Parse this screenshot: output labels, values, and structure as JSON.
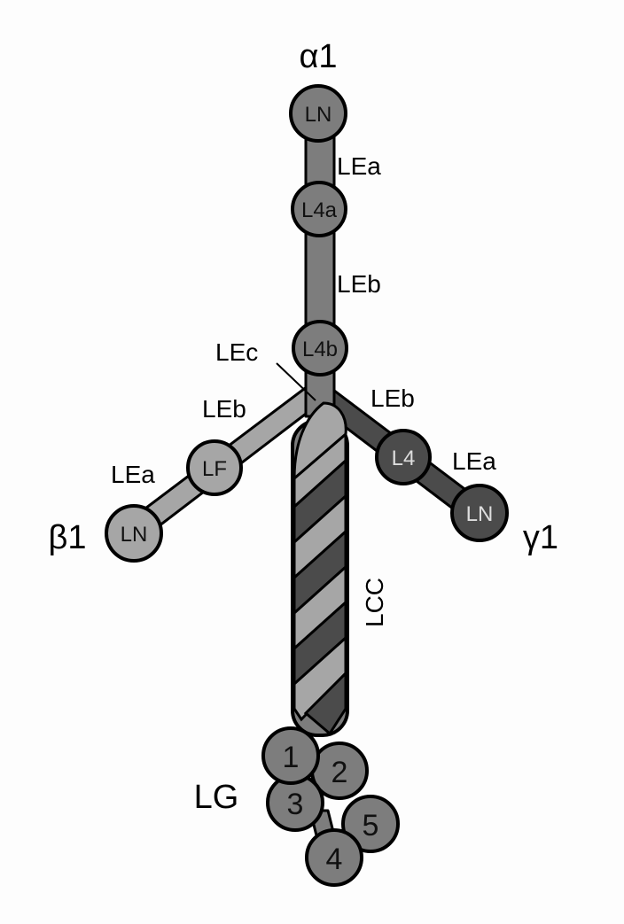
{
  "chains": {
    "alpha1": {
      "name": "α1",
      "domains": [
        "LN",
        "L4a",
        "L4b"
      ],
      "links": [
        "LEa",
        "LEb",
        "LEc"
      ]
    },
    "beta1": {
      "name": "β1",
      "domains": [
        "LN",
        "LF"
      ],
      "links": [
        "LEa",
        "LEb"
      ]
    },
    "gamma1": {
      "name": "γ1",
      "domains": [
        "LN",
        "L4"
      ],
      "links": [
        "LEa",
        "LEb"
      ]
    }
  },
  "coiled_coil": {
    "label": "LCC"
  },
  "globular": {
    "label": "LG",
    "domains": [
      "1",
      "2",
      "3",
      "4",
      "5"
    ]
  },
  "colors": {
    "alpha": "#7d7d7d",
    "beta": "#a6a6a6",
    "gamma": "#4b4b4b",
    "outline": "#000000",
    "background": "#fdfdfd"
  }
}
